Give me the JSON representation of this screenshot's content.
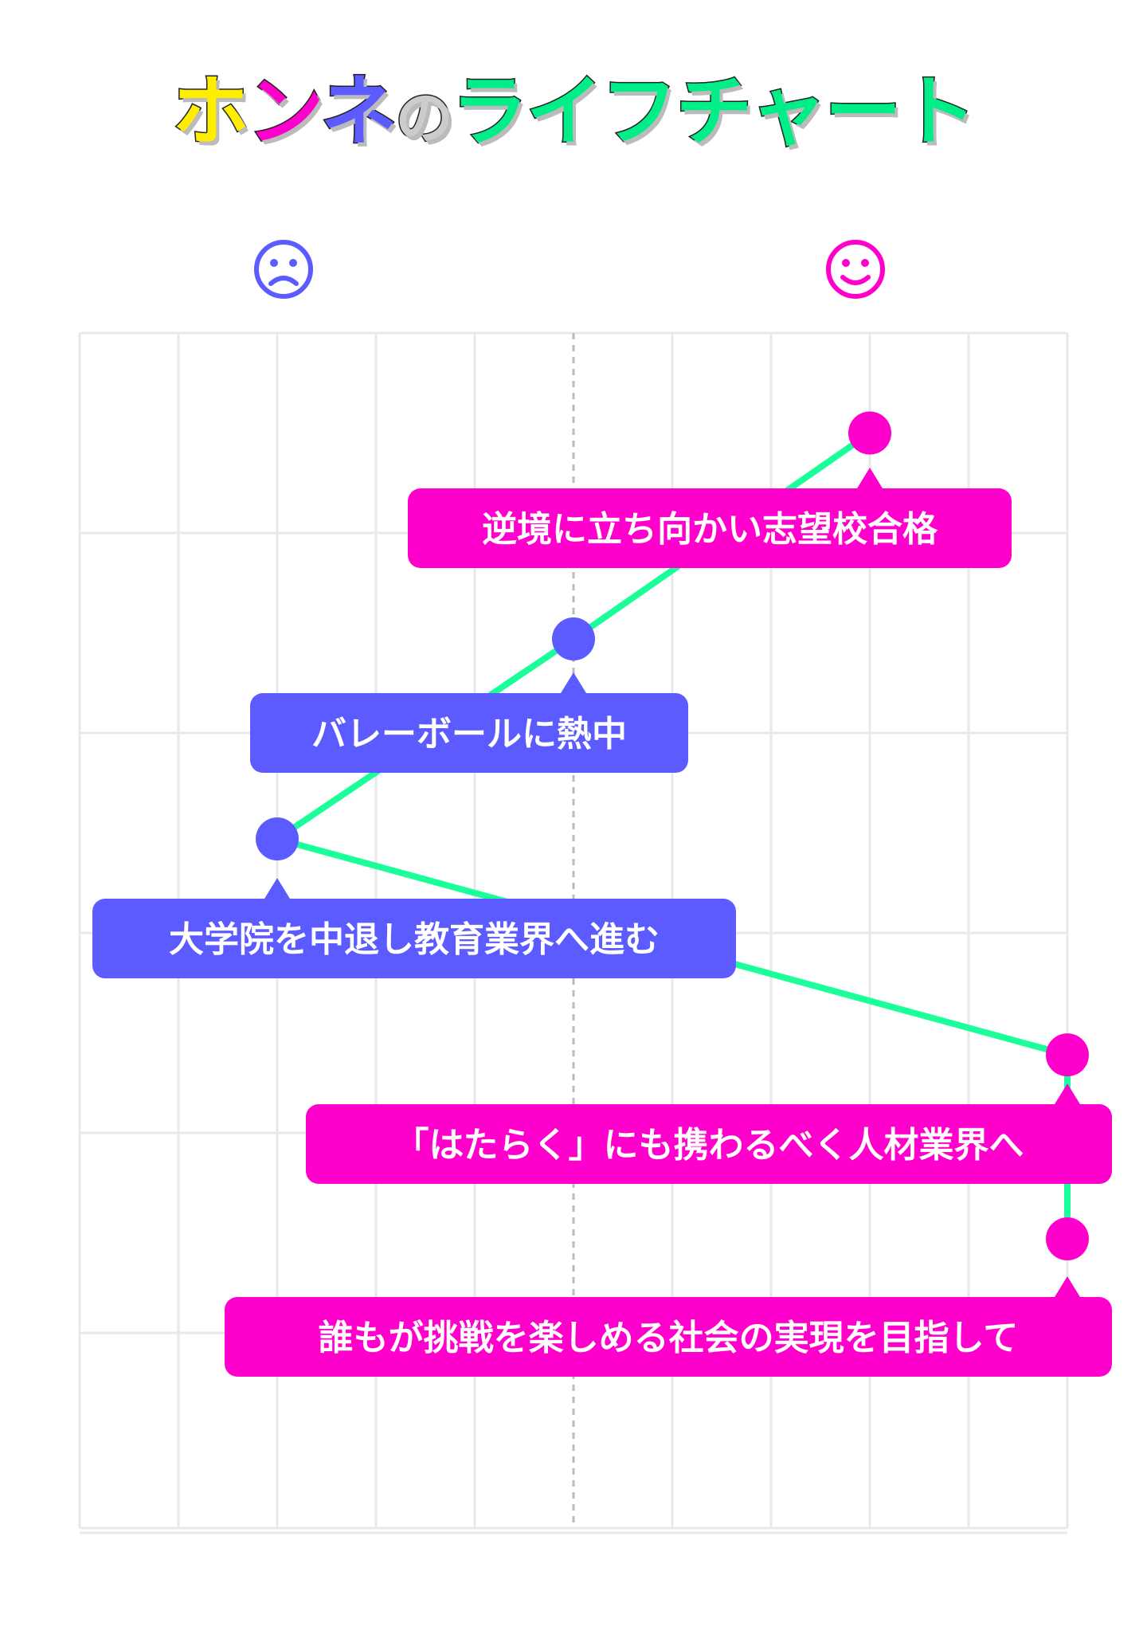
{
  "title": {
    "segments": [
      {
        "text": "ホ",
        "color": "#ffee00"
      },
      {
        "text": "ン",
        "color": "#ff00cc"
      },
      {
        "text": "ネ",
        "color": "#5b5bff"
      },
      {
        "text": "の",
        "color": "#cccccc"
      },
      {
        "text": "ライフチャート",
        "color": "#00ee88"
      }
    ]
  },
  "icons": {
    "left": {
      "name": "sad-face-icon",
      "color": "#5b5bff"
    },
    "right": {
      "name": "smiley-face-icon",
      "color": "#ff00cc"
    }
  },
  "colors": {
    "line": "#1aff9a",
    "grid": "#e8e8e8",
    "center_line": "#bbbbbb",
    "negative": "#5b5bff",
    "positive": "#ff00cc"
  },
  "chart_data": {
    "type": "line",
    "xlim": [
      -5,
      5
    ],
    "x_gridlines": 10,
    "y_gridlines": 6,
    "center_line": "dashed",
    "grid": true,
    "points": [
      {
        "x": 3,
        "y": 0.5,
        "label": "逆境に立ち向かい志望校合格",
        "tone": "positive"
      },
      {
        "x": 0,
        "y": 1.53,
        "label": "バレーボールに熱中",
        "tone": "negative"
      },
      {
        "x": -3,
        "y": 2.53,
        "label": "大学院を中退し教育業界へ進む",
        "tone": "negative"
      },
      {
        "x": 5,
        "y": 3.61,
        "label": "「はたらく」にも携わるべく人材業界へ",
        "tone": "positive"
      },
      {
        "x": 5,
        "y": 4.53,
        "label": "誰もが挑戦を楽しめる社会の実現を目指して",
        "tone": "positive"
      }
    ]
  }
}
